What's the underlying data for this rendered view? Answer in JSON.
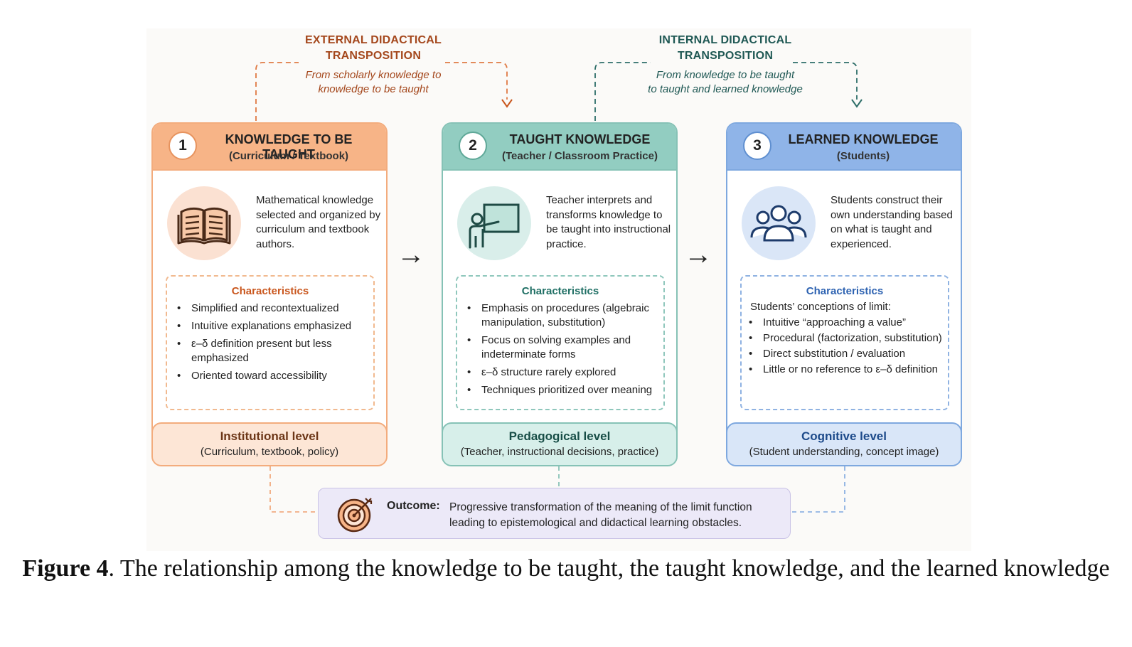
{
  "external": {
    "title_line1": "EXTERNAL DIDACTICAL",
    "title_line2": "TRANSPOSITION",
    "sub_line1": "From scholarly knowledge to",
    "sub_line2": "knowledge to be taught",
    "color": "#a4471c"
  },
  "internal": {
    "title_line1": "INTERNAL DIDACTICAL",
    "title_line2": "TRANSPOSITION",
    "sub_line1": "From knowledge to be taught",
    "sub_line2": "to taught and learned knowledge",
    "color": "#1f5854"
  },
  "cards": [
    {
      "number": "1",
      "title": "KNOWLEDGE TO BE TAUGHT",
      "subtitle": "(Curriculum / Textbook)",
      "icon": "open-book-icon",
      "description": "Mathematical knowledge selected and organized by curriculum and textbook authors.",
      "characteristics_title": "Characteristics",
      "characteristics": [
        "Simplified and recontextualized",
        "Intuitive explanations emphasized",
        "ε–δ definition present but less emphasized",
        "Oriented toward accessibility"
      ],
      "level_title": "Institutional level",
      "level_sub": "(Curriculum, textbook, policy)",
      "color": "#f7b487"
    },
    {
      "number": "2",
      "title": "TAUGHT KNOWLEDGE",
      "subtitle": "(Teacher / Classroom Practice)",
      "icon": "teacher-board-icon",
      "description": "Teacher interprets and transforms knowledge to be taught into instructional practice.",
      "characteristics_title": "Characteristics",
      "characteristics": [
        "Emphasis on procedures (algebraic manipulation, substitution)",
        "Focus on solving examples and indeterminate forms",
        "ε–δ structure rarely explored",
        "Techniques prioritized over meaning"
      ],
      "level_title": "Pedagogical level",
      "level_sub": "(Teacher, instructional decisions, practice)",
      "color": "#92cdc1"
    },
    {
      "number": "3",
      "title": "LEARNED KNOWLEDGE",
      "subtitle": "(Students)",
      "icon": "students-group-icon",
      "description": "Students construct their own understanding based on what is taught and experienced.",
      "characteristics_title": "Characteristics",
      "characteristics_intro": "Students’ conceptions of limit:",
      "characteristics": [
        "Intuitive “approaching a value”",
        "Procedural (factorization, substitution)",
        "Direct substitution / evaluation",
        "Little or no reference to ε–δ definition"
      ],
      "level_title": "Cognitive level",
      "level_sub": "(Student understanding, concept image)",
      "color": "#8fb4e8"
    }
  ],
  "flow_arrows": [
    "→",
    "→"
  ],
  "outcome": {
    "label": "Outcome:",
    "text_line1": "Progressive transformation of the meaning of the limit function",
    "text_line2": "leading to epistemological and didactical learning obstacles.",
    "icon": "target-icon"
  },
  "caption": {
    "label": "Figure 4",
    "text": ". The relationship among the knowledge to be taught, the taught knowledge, and the learned knowledge"
  }
}
